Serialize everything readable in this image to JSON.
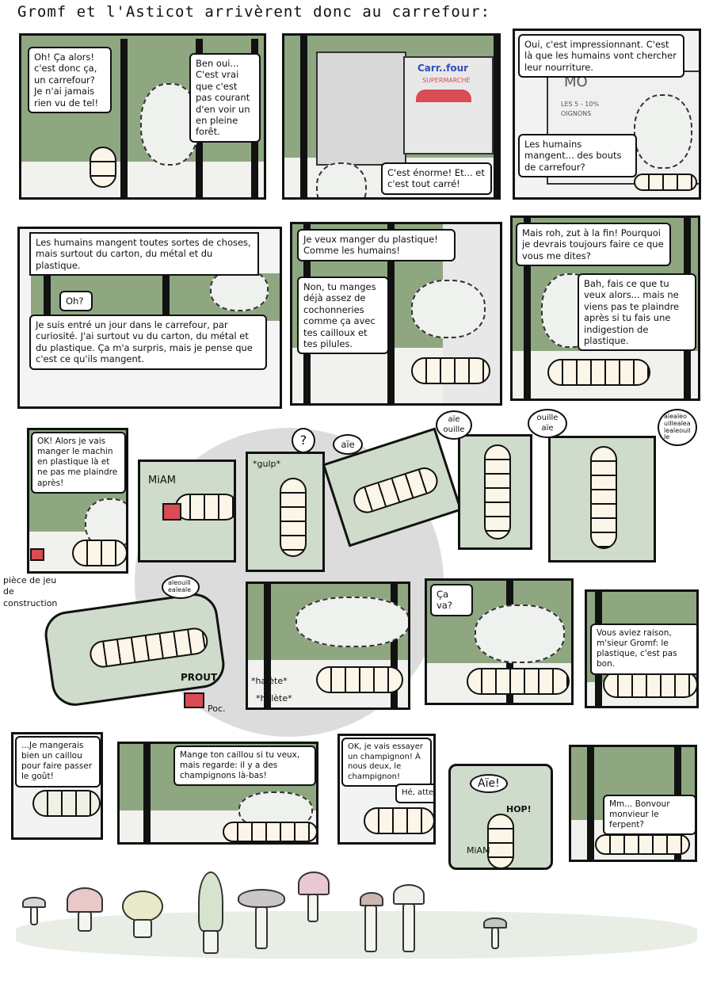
{
  "title": "Gromf et l'Asticot arrivèrent donc au carrefour:",
  "colors": {
    "panel_green": "#8ea781",
    "bubble": "#ffffff",
    "brick_red": "#d94b55",
    "background_circle": "#dcdcdc"
  },
  "row1": {
    "p1": {
      "bubble_left": "Oh! Ça alors! c'est donc ça, un carrefour? Je n'ai jamais rien vu de tel!",
      "bubble_right": "Ben oui... C'est vrai que c'est pas courant d'en voir un en pleine forêt."
    },
    "p2": {
      "store_sign": "Carr..four",
      "store_sub": "SUPERMARCHÉ",
      "bubble": "C'est énorme! Et... et c'est tout carré!"
    },
    "p3": {
      "bubble_top": "Oui, c'est impressionnant. C'est là que les humains vont chercher leur nourriture.",
      "bubble_bottom": "Les humains mangent... des bouts de carrefour?",
      "sign1": "MO",
      "sign2": "LES 5 - 10%",
      "sign3": "OIGNONS"
    }
  },
  "row2": {
    "p4": {
      "caption_top": "Les humains mangent toutes sortes de choses, mais surtout du carton, du métal et du plastique.",
      "bubble_small": "Oh?",
      "caption_bottom": "Je suis entré un jour dans le carrefour, par curiosité. J'ai surtout vu du carton, du métal et du plastique. Ça m'a surpris, mais je pense que c'est ce qu'ils mangent."
    },
    "p5": {
      "bubble_top": "Je veux manger du plastique! Comme les humains!",
      "bubble_left": "Non, tu manges déjà assez de cochonneries comme ça avec tes cailloux et tes pilules."
    },
    "p6": {
      "bubble_top": "Mais roh, zut à la fin! Pourquoi je devrais toujours faire ce que vous me dites?",
      "bubble_right": "Bah, fais ce que tu veux alors... mais ne viens pas te plaindre après si tu fais une indigestion de plastique."
    }
  },
  "row3": {
    "p7": {
      "bubble": "OK! Alors je vais manger le machin en plastique là et ne pas me plaindre après!",
      "note": "pièce de jeu de construction"
    },
    "p8": {
      "sfx": "MiAM"
    },
    "p9": {
      "sfx": "*gulp*",
      "thought": "?"
    },
    "p10": {
      "thought": "aïe"
    },
    "p11": {
      "thought": "aïe ouille"
    },
    "p12": {
      "thought": "ouille aïe"
    },
    "p13": {
      "thought": "aïeaïeouilleaïeaïeaïeouille"
    }
  },
  "row4": {
    "p14": {
      "thought": "aïeouilleaïeaïe",
      "sfx_prout": "PROUT",
      "sfx_poc": "Poc."
    },
    "p15": {
      "sfx1": "*halète*",
      "sfx2": "*halète*"
    },
    "p16": {
      "bubble": "Ça va?"
    },
    "p17": {
      "bubble": "Vous aviez raison, m'sieur Gromf: le plastique, c'est pas bon."
    }
  },
  "row5": {
    "p18": {
      "bubble": "...Je mangerais bien un caillou pour faire passer le goût!"
    },
    "p19": {
      "bubble": "Mange ton caillou si tu veux, mais regarde: il y a des champignons là-bas!"
    },
    "p20": {
      "bubble": "OK, je vais essayer un champignon! À nous deux, le champignon!",
      "bubble_small": "Hé, atten"
    },
    "p21": {
      "sfx_aie": "Aïe!",
      "sfx_hop": "HOP!",
      "sfx_miam": "MiAM"
    },
    "p22": {
      "bubble": "Mm... Bonvour monvieur le ferpent?"
    }
  }
}
